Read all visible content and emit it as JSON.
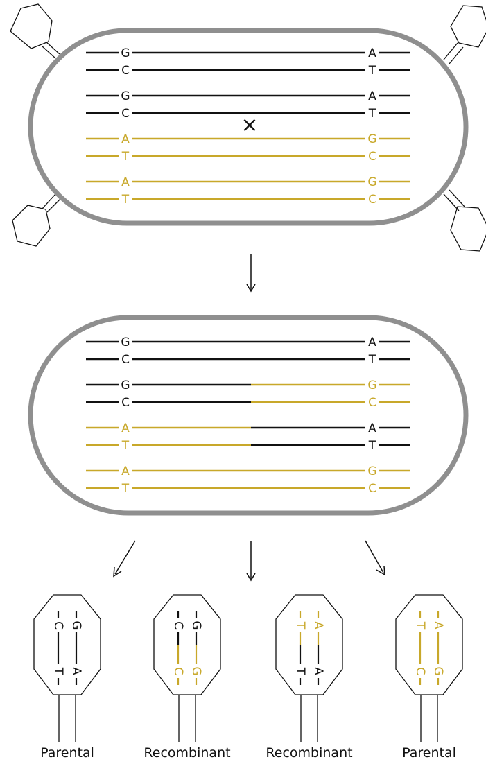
{
  "colors": {
    "dark_strand": "#111111",
    "light_strand": "#c8a82a",
    "cell_wall": "#8f8f8f",
    "phage_outline": "#111111",
    "background": "#ffffff"
  },
  "top_cell": {
    "duplexes": [
      {
        "left": [
          "G",
          "C"
        ],
        "right": [
          "A",
          "T"
        ],
        "left_color": "dark",
        "right_color": "dark"
      },
      {
        "left": [
          "G",
          "C"
        ],
        "right": [
          "A",
          "T"
        ],
        "left_color": "dark",
        "right_color": "dark"
      },
      {
        "left": [
          "A",
          "T"
        ],
        "right": [
          "G",
          "C"
        ],
        "left_color": "light",
        "right_color": "light"
      },
      {
        "left": [
          "A",
          "T"
        ],
        "right": [
          "G",
          "C"
        ],
        "left_color": "light",
        "right_color": "light"
      }
    ],
    "crossover_mark": "×"
  },
  "bottom_cell": {
    "duplexes": [
      {
        "left": [
          "G",
          "C"
        ],
        "right": [
          "A",
          "T"
        ],
        "left_color": "dark",
        "right_color": "dark"
      },
      {
        "left": [
          "G",
          "C"
        ],
        "right": [
          "G",
          "C"
        ],
        "left_color": "dark",
        "right_color": "light"
      },
      {
        "left": [
          "A",
          "T"
        ],
        "right": [
          "A",
          "T"
        ],
        "left_color": "light",
        "right_color": "dark"
      },
      {
        "left": [
          "A",
          "T"
        ],
        "right": [
          "G",
          "C"
        ],
        "left_color": "light",
        "right_color": "light"
      }
    ]
  },
  "progeny": [
    {
      "label": "Parental",
      "strand1": {
        "top": "C",
        "bottom": "T"
      },
      "strand2": {
        "top": "G",
        "bottom": "A"
      },
      "top_color": "dark",
      "bottom_color": "dark"
    },
    {
      "label": "Recombinant",
      "strand1": {
        "top": "C",
        "bottom": "C"
      },
      "strand2": {
        "top": "G",
        "bottom": "G"
      },
      "top_color": "dark",
      "bottom_color": "light"
    },
    {
      "label": "Recombinant",
      "strand1": {
        "top": "T",
        "bottom": "T"
      },
      "strand2": {
        "top": "A",
        "bottom": "A"
      },
      "top_color": "light",
      "bottom_color": "dark"
    },
    {
      "label": "Parental",
      "strand1": {
        "top": "T",
        "bottom": "C"
      },
      "strand2": {
        "top": "A",
        "bottom": "G"
      },
      "top_color": "light",
      "bottom_color": "light"
    }
  ]
}
